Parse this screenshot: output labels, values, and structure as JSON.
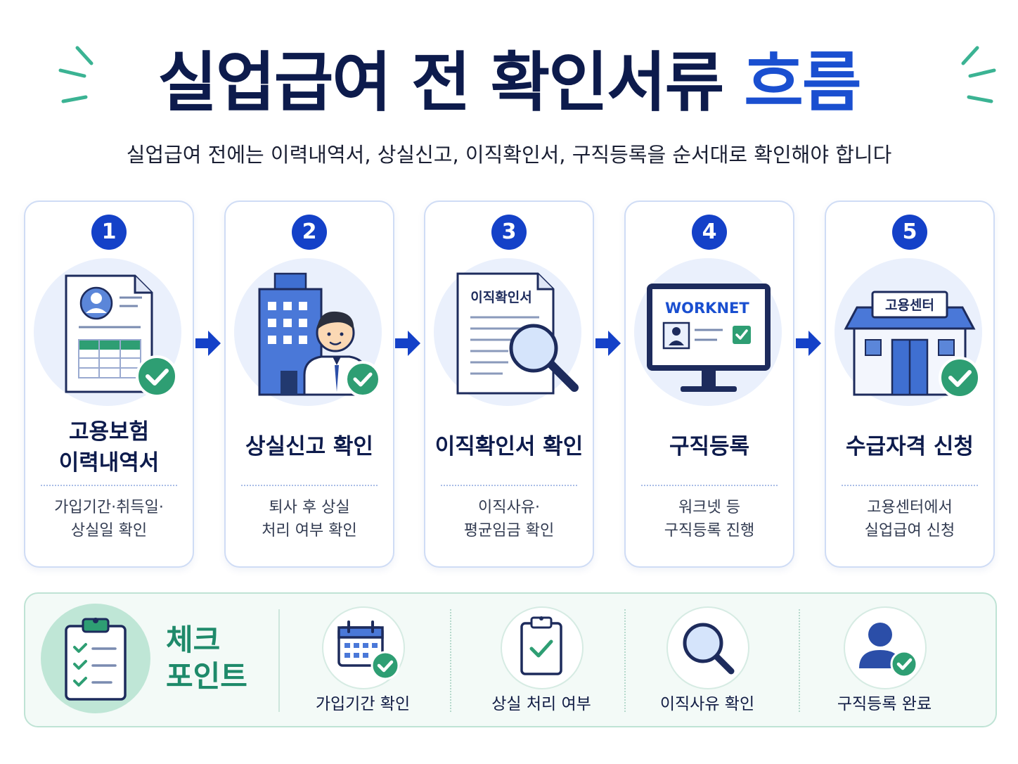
{
  "title": {
    "main": "실업급여 전 확인서류",
    "accent": "흐름"
  },
  "subtitle": "실업급여 전에는 이력내역서, 상실신고, 이직확인서, 구직등록을 순서대로 확인해야 합니다",
  "colors": {
    "navy": "#0d1b4c",
    "accent_blue": "#1a4fd0",
    "badge_blue": "#1441c8",
    "check_green": "#2e9e73",
    "teal": "#1e8a6a"
  },
  "steps": [
    {
      "number": "1",
      "title_line1": "고용보험",
      "title_line2": "이력내역서",
      "desc_line1": "가입기간·취득일·",
      "desc_line2": "상실일 확인",
      "icon": "document-check-icon"
    },
    {
      "number": "2",
      "title_line1": "상실신고 확인",
      "title_line2": "",
      "desc_line1": "퇴사 후 상실",
      "desc_line2": "처리 여부 확인",
      "icon": "building-person-icon"
    },
    {
      "number": "3",
      "title_line1": "이직확인서 확인",
      "title_line2": "",
      "desc_line1": "이직사유·",
      "desc_line2": "평균임금 확인",
      "icon": "magnifier-document-icon",
      "doc_label": "이직확인서"
    },
    {
      "number": "4",
      "title_line1": "구직등록",
      "title_line2": "",
      "desc_line1": "워크넷 등",
      "desc_line2": "구직등록 진행",
      "icon": "monitor-icon",
      "screen_label": "WORKNET"
    },
    {
      "number": "5",
      "title_line1": "수급자격 신청",
      "title_line2": "",
      "desc_line1": "고용센터에서",
      "desc_line2": "실업급여 신청",
      "icon": "employment-center-icon",
      "sign_label": "고용센터"
    }
  ],
  "checkpoint": {
    "title_line1": "체크",
    "title_line2": "포인트",
    "items": [
      {
        "label": "가입기간 확인",
        "icon": "calendar-check-icon"
      },
      {
        "label": "상실 처리 여부",
        "icon": "clipboard-check-icon"
      },
      {
        "label": "이직사유 확인",
        "icon": "magnifier-icon"
      },
      {
        "label": "구직등록 완료",
        "icon": "user-check-icon"
      }
    ]
  }
}
